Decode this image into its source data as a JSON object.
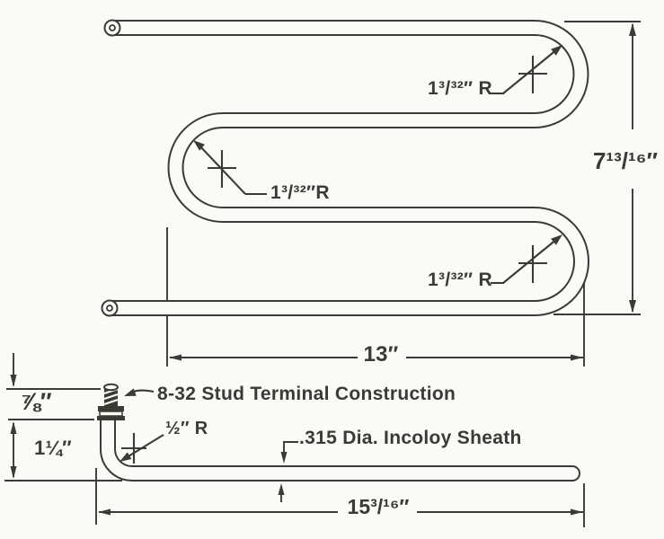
{
  "colors": {
    "ink": "#3b3a33",
    "paper": "#fbfaf6"
  },
  "top_view": {
    "radius_callout_top": "1³/³²″ R",
    "radius_callout_middle": "1³/³²″R",
    "radius_callout_bottom": "1³/³²″ R",
    "height_dimension": "7¹³/¹⁶″",
    "width_dimension": "13″"
  },
  "bottom_view": {
    "terminal_label": "8-32 Stud Terminal Construction",
    "bend_radius_label": "½″ R",
    "sheath_label": ".315 Dia. Incoloy Sheath",
    "stud_height_dimension": "⅞″",
    "leg_height_dimension": "1¼″",
    "overall_length_dimension": "15³/¹⁶″"
  }
}
